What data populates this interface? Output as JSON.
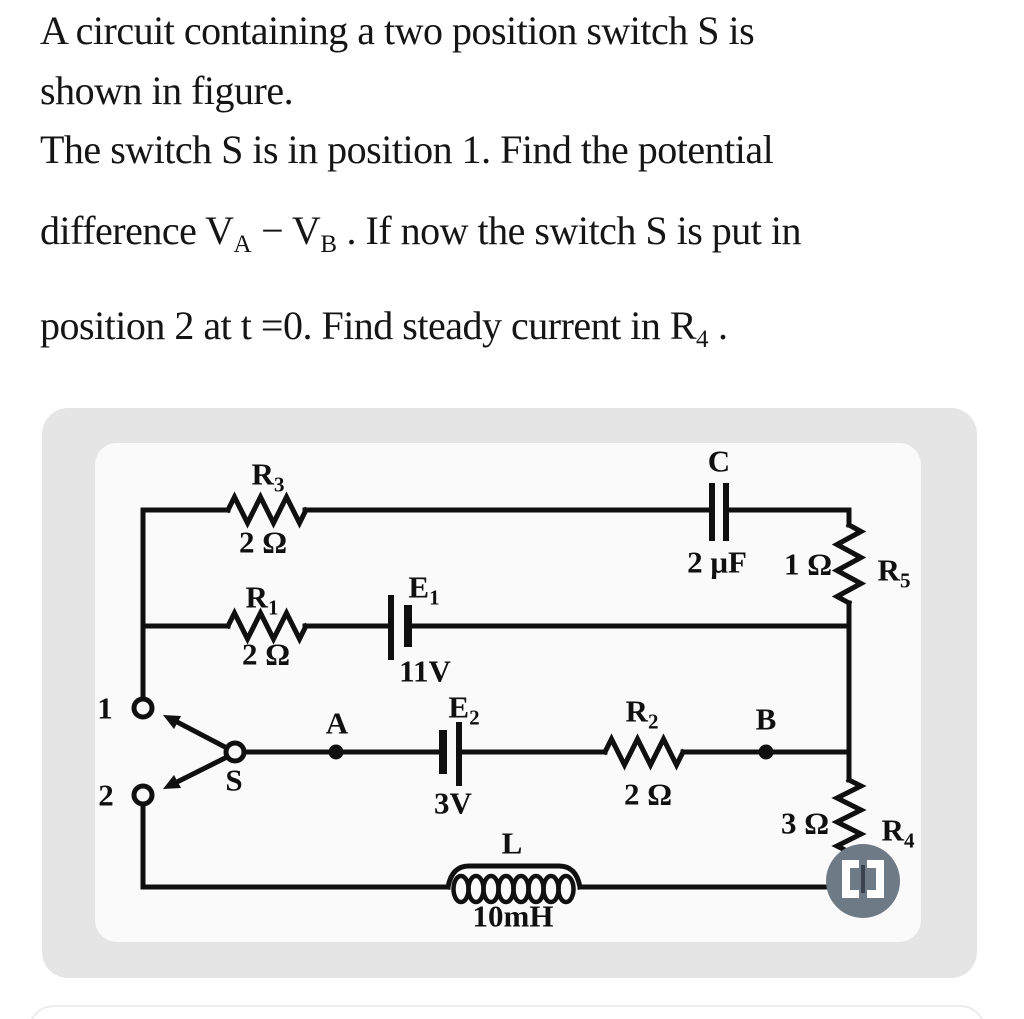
{
  "problem": {
    "line1": "A circuit containing a two position switch S is",
    "line2": "shown in figure.",
    "line3": "The switch S is in position 1. Find the potential",
    "line4": {
      "pre": "difference V",
      "sub1": "A",
      "mid": " − V",
      "sub2": "B",
      "post": " . If now the switch S is put in"
    },
    "line5": {
      "pre": "position 2 at t =0. Find steady current in R",
      "sub1": "4",
      "post": " ."
    }
  },
  "figure": {
    "type": "circuit-diagram",
    "components": {
      "r3": {
        "label": "R",
        "sub": "3",
        "value": "2 Ω"
      },
      "r1": {
        "label": "R",
        "sub": "1",
        "value": "2 Ω"
      },
      "r2": {
        "label": "R",
        "sub": "2",
        "value": "2 Ω"
      },
      "r4": {
        "label": "R",
        "sub": "4",
        "value": "3 Ω"
      },
      "r5": {
        "label": "R",
        "sub": "5",
        "value": "1 Ω"
      },
      "e1": {
        "label": "E",
        "sub": "1",
        "value": "11V"
      },
      "e2": {
        "label": "E",
        "sub": "2",
        "value": "3V"
      },
      "c": {
        "label": "C",
        "value": "2 μF"
      },
      "l": {
        "label": "L",
        "value": "10mH"
      },
      "switch": {
        "label": "S",
        "position1": "1",
        "position2": "2"
      },
      "node_a": {
        "label": "A"
      },
      "node_b": {
        "label": "B"
      }
    },
    "colors": {
      "ink": "#101010",
      "card_bg": "#e5e5e6",
      "panel_bg": "#fafafa",
      "badge_bg": "#6f7a87"
    }
  }
}
